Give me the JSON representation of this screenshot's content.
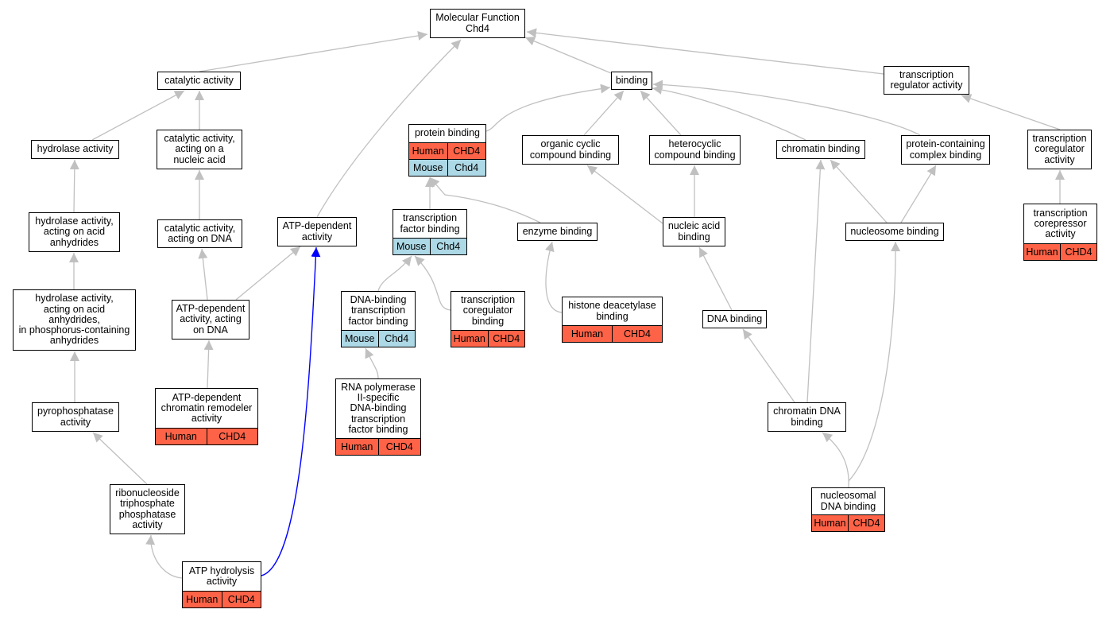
{
  "diagram": {
    "colors": {
      "edge": "#c0c0c0",
      "edge_highlight": "#0000ff",
      "human": "#ff6347",
      "mouse": "#add8e6"
    },
    "nodes": [
      {
        "id": "mf",
        "label": "Molecular Function\nChd4",
        "rows": []
      },
      {
        "id": "catalytic",
        "label": "catalytic activity",
        "rows": []
      },
      {
        "id": "binding",
        "label": "binding",
        "rows": []
      },
      {
        "id": "treg",
        "label": "transcription\nregulator activity",
        "rows": []
      },
      {
        "id": "hydrolase",
        "label": "hydrolase activity",
        "rows": []
      },
      {
        "id": "cat_nucleic",
        "label": "catalytic activity,\nacting on a\nnucleic acid",
        "rows": []
      },
      {
        "id": "protein_binding",
        "label": "protein binding",
        "rows": [
          {
            "species": "Human",
            "gene": "CHD4"
          },
          {
            "species": "Mouse",
            "gene": "Chd4"
          }
        ]
      },
      {
        "id": "organic",
        "label": "organic cyclic\ncompound binding",
        "rows": []
      },
      {
        "id": "heterocyclic",
        "label": "heterocyclic\ncompound binding",
        "rows": []
      },
      {
        "id": "chromatin",
        "label": "chromatin binding",
        "rows": []
      },
      {
        "id": "pcc",
        "label": "protein-containing\ncomplex binding",
        "rows": []
      },
      {
        "id": "tcoreg_act",
        "label": "transcription\ncoregulator\nactivity",
        "rows": []
      },
      {
        "id": "hyd_anhyd",
        "label": "hydrolase activity,\nacting on acid\nanhydrides",
        "rows": []
      },
      {
        "id": "cat_dna",
        "label": "catalytic activity,\nacting on DNA",
        "rows": []
      },
      {
        "id": "atp_dep",
        "label": "ATP-dependent\nactivity",
        "rows": []
      },
      {
        "id": "tf_binding",
        "label": "transcription\nfactor binding",
        "rows": [
          {
            "species": "Mouse",
            "gene": "Chd4"
          }
        ]
      },
      {
        "id": "enzyme",
        "label": "enzyme binding",
        "rows": []
      },
      {
        "id": "nucleic",
        "label": "nucleic acid\nbinding",
        "rows": []
      },
      {
        "id": "nucleosome",
        "label": "nucleosome binding",
        "rows": []
      },
      {
        "id": "tcorep",
        "label": "transcription\ncorepressor\nactivity",
        "rows": [
          {
            "species": "Human",
            "gene": "CHD4"
          }
        ]
      },
      {
        "id": "hyd_phos",
        "label": "hydrolase activity,\nacting on acid\nanhydrides,\nin phosphorus-containing\nanhydrides",
        "rows": []
      },
      {
        "id": "atp_dna",
        "label": "ATP-dependent\nactivity, acting\non DNA",
        "rows": []
      },
      {
        "id": "dbtf",
        "label": "DNA-binding\ntranscription\nfactor binding",
        "rows": [
          {
            "species": "Mouse",
            "gene": "Chd4"
          }
        ]
      },
      {
        "id": "tcoreg_bind",
        "label": "transcription\ncoregulator\nbinding",
        "rows": [
          {
            "species": "Human",
            "gene": "CHD4"
          }
        ]
      },
      {
        "id": "hdac",
        "label": "histone deacetylase\nbinding",
        "rows": [
          {
            "species": "Human",
            "gene": "CHD4"
          }
        ]
      },
      {
        "id": "dna_binding",
        "label": "DNA binding",
        "rows": []
      },
      {
        "id": "pyro",
        "label": "pyrophosphatase\nactivity",
        "rows": []
      },
      {
        "id": "remodeler",
        "label": "ATP-dependent\nchromatin remodeler\nactivity",
        "rows": [
          {
            "species": "Human",
            "gene": "CHD4"
          }
        ]
      },
      {
        "id": "rnapol",
        "label": "RNA polymerase\nII-specific\nDNA-binding\ntranscription\nfactor binding",
        "rows": [
          {
            "species": "Human",
            "gene": "CHD4"
          }
        ]
      },
      {
        "id": "chrom_dna",
        "label": "chromatin DNA\nbinding",
        "rows": []
      },
      {
        "id": "ribo",
        "label": "ribonucleoside\ntriphosphate\nphosphatase\nactivity",
        "rows": []
      },
      {
        "id": "nucleosomal",
        "label": "nucleosomal\nDNA binding",
        "rows": [
          {
            "species": "Human",
            "gene": "CHD4"
          }
        ]
      },
      {
        "id": "atp_hyd",
        "label": "ATP hydrolysis\nactivity",
        "rows": [
          {
            "species": "Human",
            "gene": "CHD4"
          }
        ]
      }
    ],
    "edges": [
      {
        "from": "catalytic",
        "to": "mf"
      },
      {
        "from": "atp_dep",
        "to": "mf"
      },
      {
        "from": "binding",
        "to": "mf"
      },
      {
        "from": "treg",
        "to": "mf"
      },
      {
        "from": "hydrolase",
        "to": "catalytic"
      },
      {
        "from": "cat_nucleic",
        "to": "catalytic"
      },
      {
        "from": "hyd_anhyd",
        "to": "hydrolase"
      },
      {
        "from": "cat_dna",
        "to": "cat_nucleic"
      },
      {
        "from": "hyd_phos",
        "to": "hyd_anhyd"
      },
      {
        "from": "atp_dna",
        "to": "cat_dna"
      },
      {
        "from": "atp_dna",
        "to": "atp_dep"
      },
      {
        "from": "remodeler",
        "to": "atp_dna"
      },
      {
        "from": "pyro",
        "to": "hyd_phos"
      },
      {
        "from": "ribo",
        "to": "pyro"
      },
      {
        "from": "atp_hyd",
        "to": "ribo"
      },
      {
        "from": "atp_hyd",
        "to": "atp_dep",
        "highlight": true
      },
      {
        "from": "protein_binding",
        "to": "binding"
      },
      {
        "from": "organic",
        "to": "binding"
      },
      {
        "from": "heterocyclic",
        "to": "binding"
      },
      {
        "from": "chromatin",
        "to": "binding"
      },
      {
        "from": "pcc",
        "to": "binding"
      },
      {
        "from": "tcoreg_act",
        "to": "treg"
      },
      {
        "from": "tcorep",
        "to": "tcoreg_act"
      },
      {
        "from": "tf_binding",
        "to": "protein_binding"
      },
      {
        "from": "enzyme",
        "to": "protein_binding"
      },
      {
        "from": "dbtf",
        "to": "tf_binding"
      },
      {
        "from": "tcoreg_bind",
        "to": "tf_binding"
      },
      {
        "from": "rnapol",
        "to": "dbtf"
      },
      {
        "from": "hdac",
        "to": "enzyme"
      },
      {
        "from": "nucleic",
        "to": "organic"
      },
      {
        "from": "nucleic",
        "to": "heterocyclic"
      },
      {
        "from": "nucleosome",
        "to": "chromatin"
      },
      {
        "from": "nucleosome",
        "to": "pcc"
      },
      {
        "from": "dna_binding",
        "to": "nucleic"
      },
      {
        "from": "chrom_dna",
        "to": "dna_binding"
      },
      {
        "from": "chrom_dna",
        "to": "chromatin"
      },
      {
        "from": "nucleosomal",
        "to": "chrom_dna"
      },
      {
        "from": "nucleosomal",
        "to": "nucleosome"
      }
    ]
  }
}
